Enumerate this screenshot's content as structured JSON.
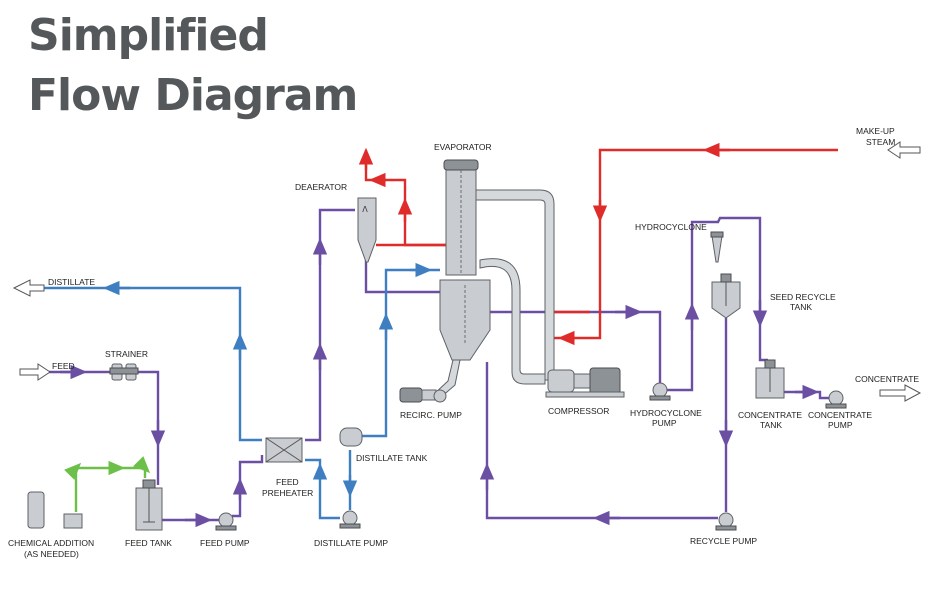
{
  "title": {
    "line1": "Simplified",
    "line2": "Flow Diagram"
  },
  "labels": {
    "evaporator": "EVAPORATOR",
    "deaerator": "DEAERATOR",
    "makeup_steam_1": "MAKE-UP",
    "makeup_steam_2": "STEAM",
    "hydrocyclone": "HYDROCYCLONE",
    "seed_recycle_tank_1": "SEED RECYCLE",
    "seed_recycle_tank_2": "TANK",
    "distillate": "DISTILLATE",
    "feed": "FEED",
    "strainer": "STRAINER",
    "concentrate": "CONCENTRATE",
    "recirc_pump": "RECIRC. PUMP",
    "compressor": "COMPRESSOR",
    "hydrocyclone_pump_1": "HYDROCYCLONE",
    "hydrocyclone_pump_2": "PUMP",
    "concentrate_tank_1": "CONCENTRATE",
    "concentrate_tank_2": "TANK",
    "concentrate_pump_1": "CONCENTRATE",
    "concentrate_pump_2": "PUMP",
    "distillate_tank": "DISTILLATE TANK",
    "feed_preheater_1": "FEED",
    "feed_preheater_2": "PREHEATER",
    "chemical_addition_1": "CHEMICAL ADDITION",
    "chemical_addition_2": "(AS NEEDED)",
    "feed_tank": "FEED TANK",
    "feed_pump": "FEED PUMP",
    "distillate_pump": "DISTILLATE PUMP",
    "recycle_pump": "RECYCLE PUMP"
  },
  "colors": {
    "title": "#54585a",
    "process_line": "#6a4fa3",
    "distillate_line": "#3f7fc1",
    "steam_line": "#e02b2b",
    "chemical_line": "#6cc04a",
    "equipment": "#c9cdd1"
  }
}
